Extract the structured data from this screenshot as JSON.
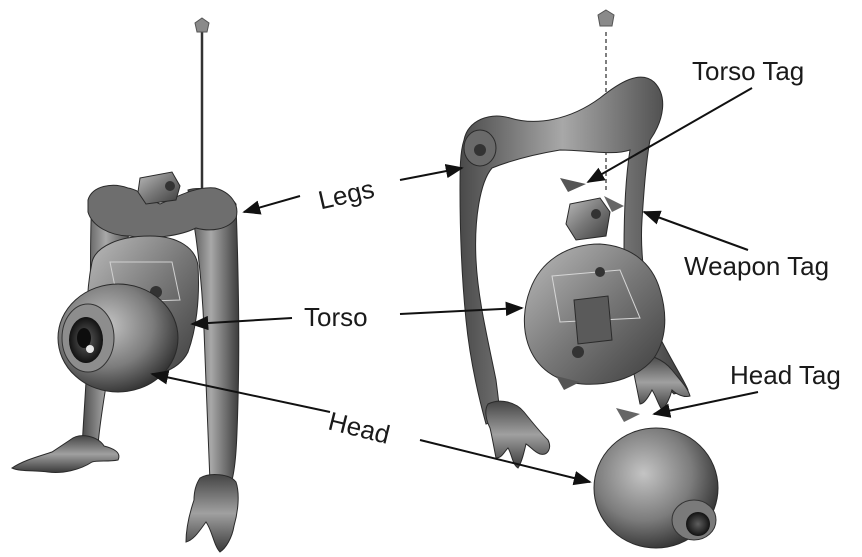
{
  "labels": {
    "legs": "Legs",
    "torso": "Torso",
    "head": "Head",
    "torso_tag": "Torso Tag",
    "weapon_tag": "Weapon Tag",
    "head_tag": "Head Tag"
  },
  "colors": {
    "background": "#ffffff",
    "text": "#1a1a1a",
    "arrow": "#111111",
    "model_dark": "#3a3a3a",
    "model_mid": "#7a7a7a",
    "model_light": "#b5b5b5"
  }
}
